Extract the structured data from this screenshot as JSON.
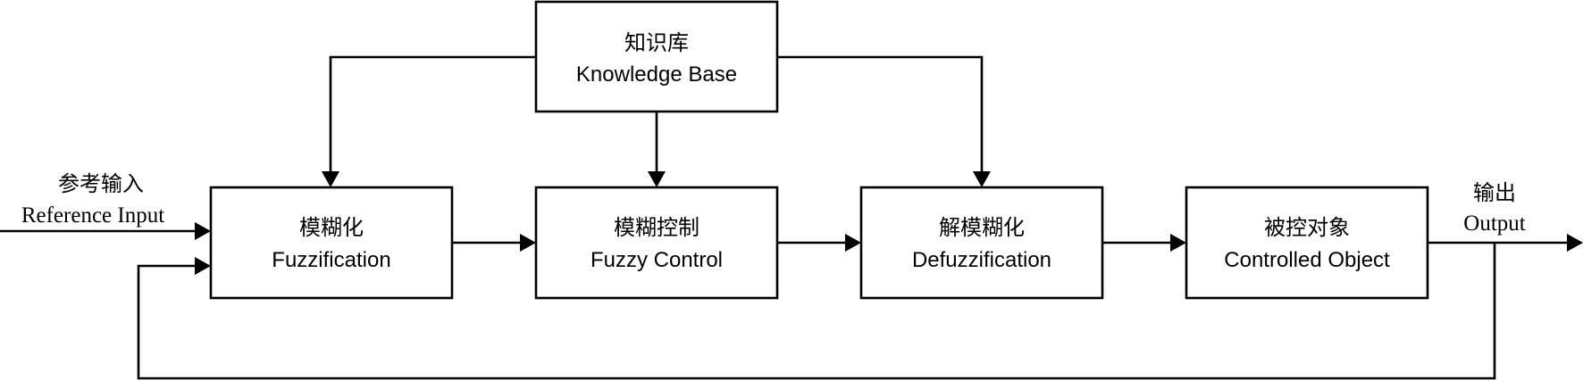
{
  "knowledge_base": {
    "zh": "知识库",
    "en": "Knowledge Base"
  },
  "blocks": [
    {
      "zh": "模糊化",
      "en": "Fuzzification"
    },
    {
      "zh": "模糊控制",
      "en": "Fuzzy Control"
    },
    {
      "zh": "解模糊化",
      "en": "Defuzzification"
    },
    {
      "zh": "被控对象",
      "en": "Controlled Object"
    }
  ],
  "input": {
    "zh": "参考输入",
    "en": "Reference Input"
  },
  "output": {
    "zh": "输出",
    "en": "Output"
  },
  "colors": {
    "stroke": "#000000",
    "background": "#ffffff"
  }
}
